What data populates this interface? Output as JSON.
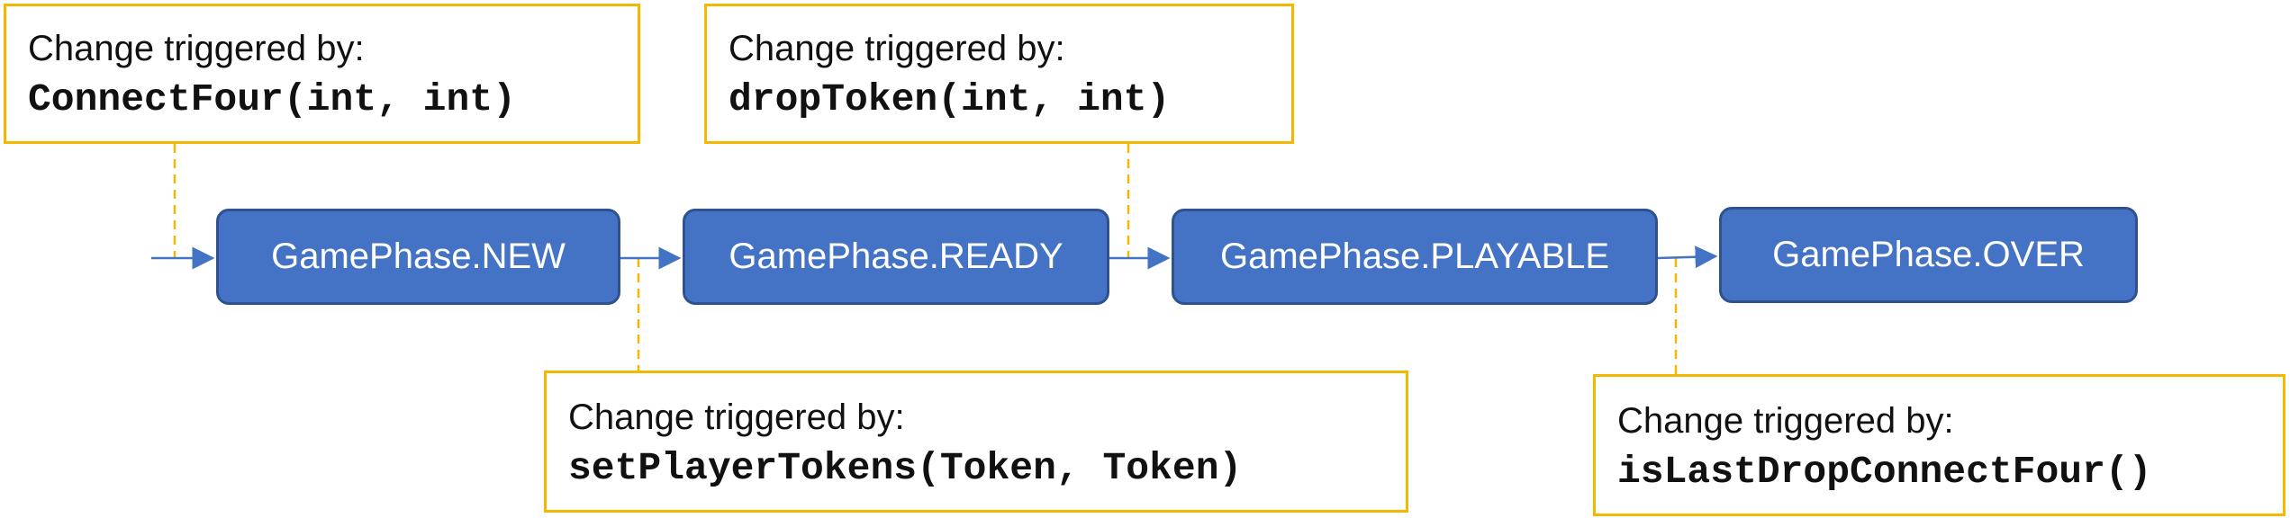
{
  "states": [
    {
      "id": "new",
      "label": "GamePhase.NEW"
    },
    {
      "id": "ready",
      "label": "GamePhase.READY"
    },
    {
      "id": "playable",
      "label": "GamePhase.PLAYABLE"
    },
    {
      "id": "over",
      "label": "GamePhase.OVER"
    }
  ],
  "notes": [
    {
      "id": "constructor",
      "label": "Change triggered by:",
      "method": "ConnectFour(int, int)"
    },
    {
      "id": "drop-token",
      "label": "Change triggered by:",
      "method": "dropToken(int, int)"
    },
    {
      "id": "set-player-tokens",
      "label": "Change triggered by:",
      "method": "setPlayerTokens(Token, Token)"
    },
    {
      "id": "is-last-drop",
      "label": "Change triggered by:",
      "method": "isLastDropConnectFour()"
    }
  ],
  "colors": {
    "state_fill": "#4472c4",
    "state_border": "#2f528f",
    "note_border": "#f5b800",
    "arrow": "#4472c4",
    "connector": "#f5b800"
  }
}
